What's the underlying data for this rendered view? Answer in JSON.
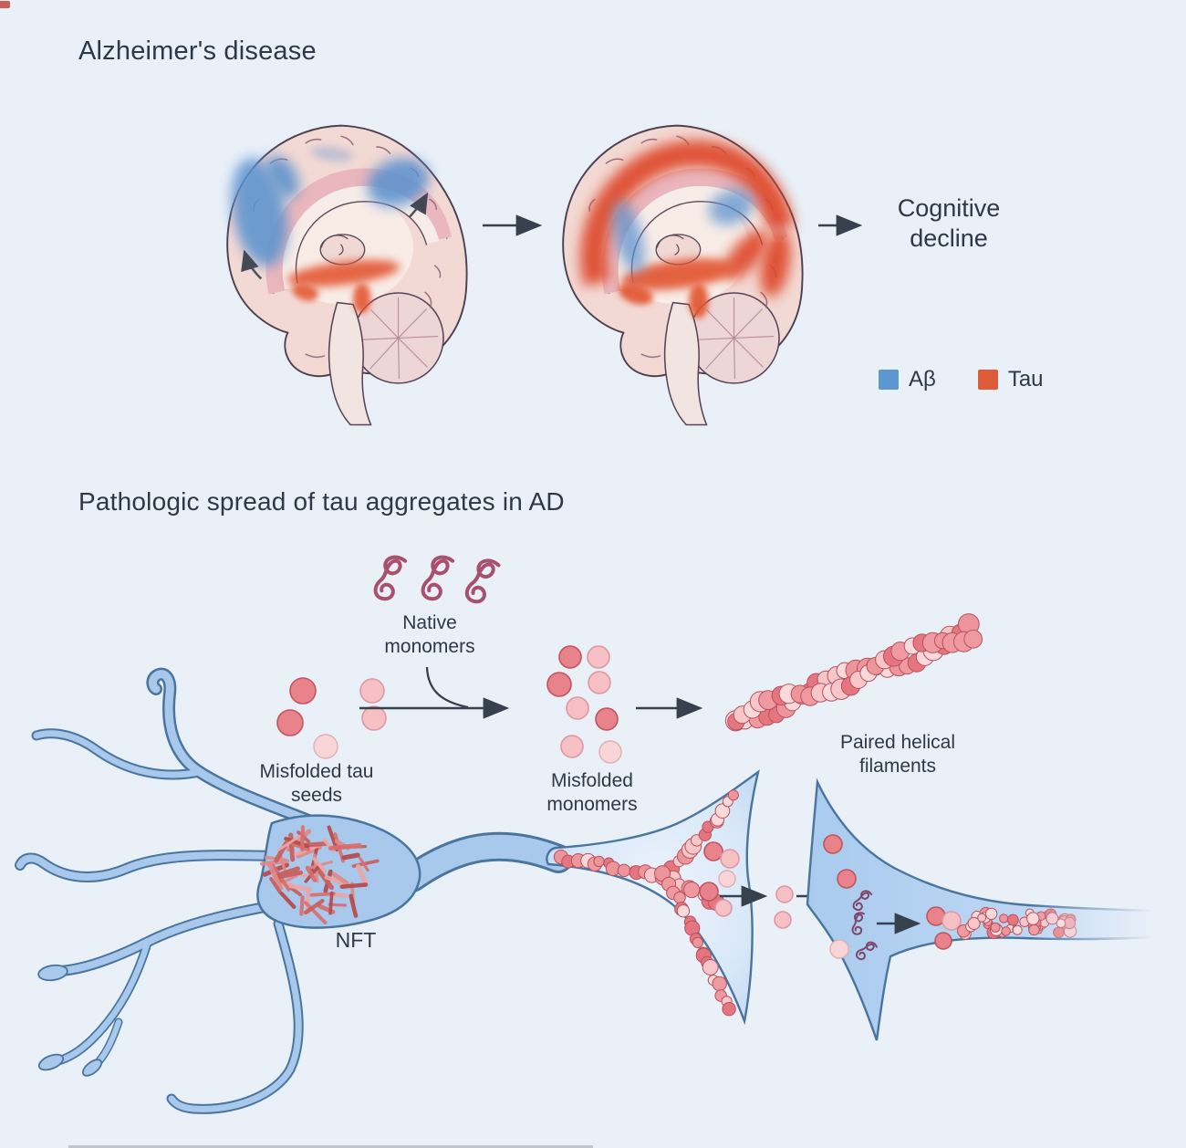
{
  "page": {
    "background": "#e9f0f8"
  },
  "ad_overview": {
    "title": "Alzheimer's disease",
    "outcome": "Cognitive decline",
    "legend": {
      "abeta_label": "Aβ",
      "abeta_color": "#5d97cf",
      "tau_label": "Tau",
      "tau_color": "#dd5b38"
    }
  },
  "tau_spread": {
    "title": "Pathologic spread of tau aggregates in AD",
    "native_monomers": "Native monomers",
    "misfolded_tau_seeds": "Misfolded tau seeds",
    "misfolded_monomers": "Misfolded monomers",
    "paired_helical_filaments": "Paired helical filaments",
    "nft": "NFT"
  },
  "colors": {
    "abeta_blue": "#5d97cf",
    "tau_red": "#dd4425",
    "tau_orange": "#e2532e",
    "neuron_fill": "#a8c9ec",
    "neuron_outline": "#49759f",
    "aggregate_pink": "#ee949b",
    "text": "#2d3947"
  }
}
